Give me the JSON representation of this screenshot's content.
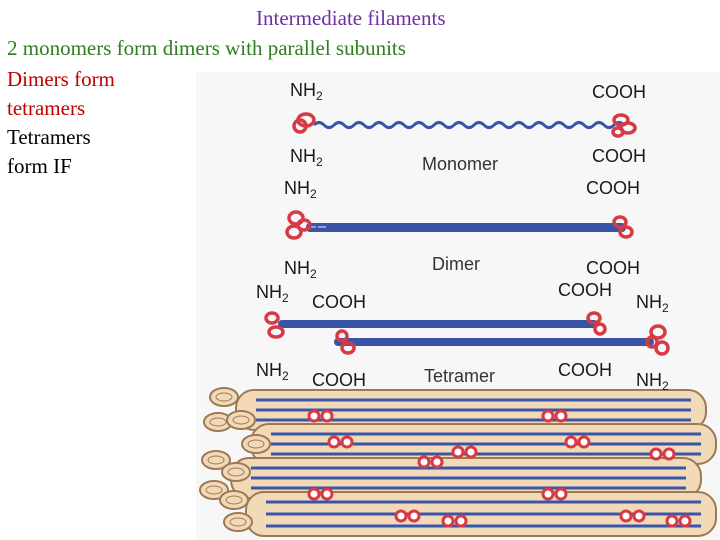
{
  "slide": {
    "title": "Intermediate filaments",
    "line2": "2 monomers form dimers with parallel subunits",
    "left_text": [
      "Dimers form",
      "tetramers",
      "Tetramers",
      "form IF"
    ]
  },
  "figure": {
    "amino": "NH",
    "amino_sub": "2",
    "carboxyl": "COOH",
    "monomer_caption": "Monomer",
    "dimer_caption": "Dimer",
    "tetramer_caption": "Tetramer"
  },
  "colors": {
    "title": "#7030a0",
    "line2": "#2e7d1e",
    "dimers_text": "#c00000",
    "tetramers_text": "#000000",
    "coil_blue": "#3a55a8",
    "head_red": "#d63a45",
    "filament_tan": "#f2d9b8"
  }
}
